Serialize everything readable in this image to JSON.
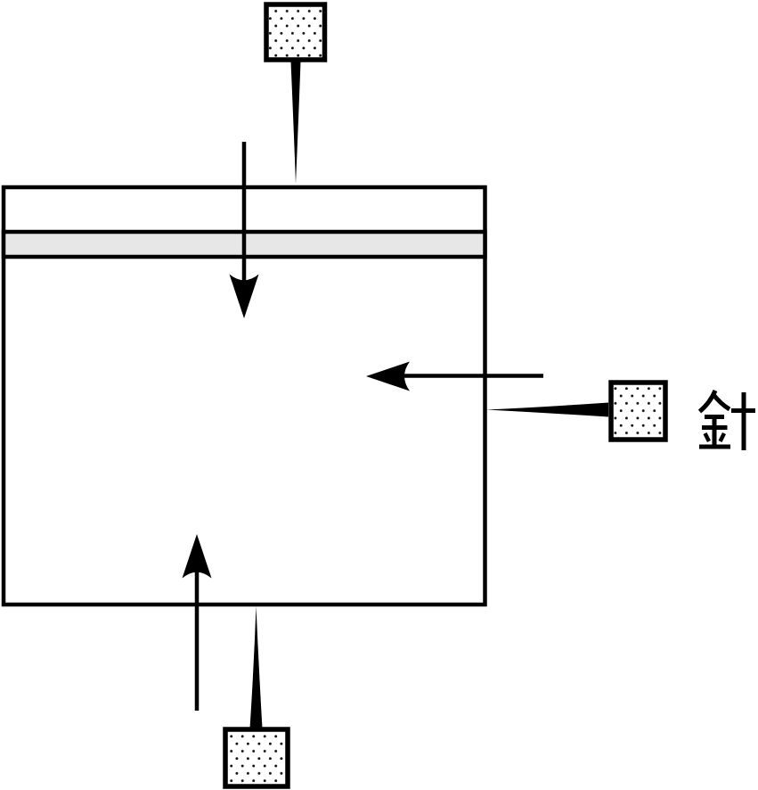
{
  "diagram": {
    "label": "針",
    "colors": {
      "line": "#000000",
      "band_fill": "#e7e7e7",
      "pin_head_fill": "#ffffff",
      "pin_head_dots": "#000000",
      "background": "#ffffff"
    },
    "pins": [
      {
        "name": "top-pin",
        "position": "top",
        "head_texture": "stippled-square"
      },
      {
        "name": "right-pin",
        "position": "right",
        "head_texture": "stippled-square"
      },
      {
        "name": "bottom-pin",
        "position": "bottom",
        "head_texture": "stippled-square"
      }
    ],
    "arrows": [
      {
        "name": "down-arrow",
        "direction": "down"
      },
      {
        "name": "left-arrow",
        "direction": "left"
      },
      {
        "name": "up-arrow",
        "direction": "up"
      }
    ]
  }
}
